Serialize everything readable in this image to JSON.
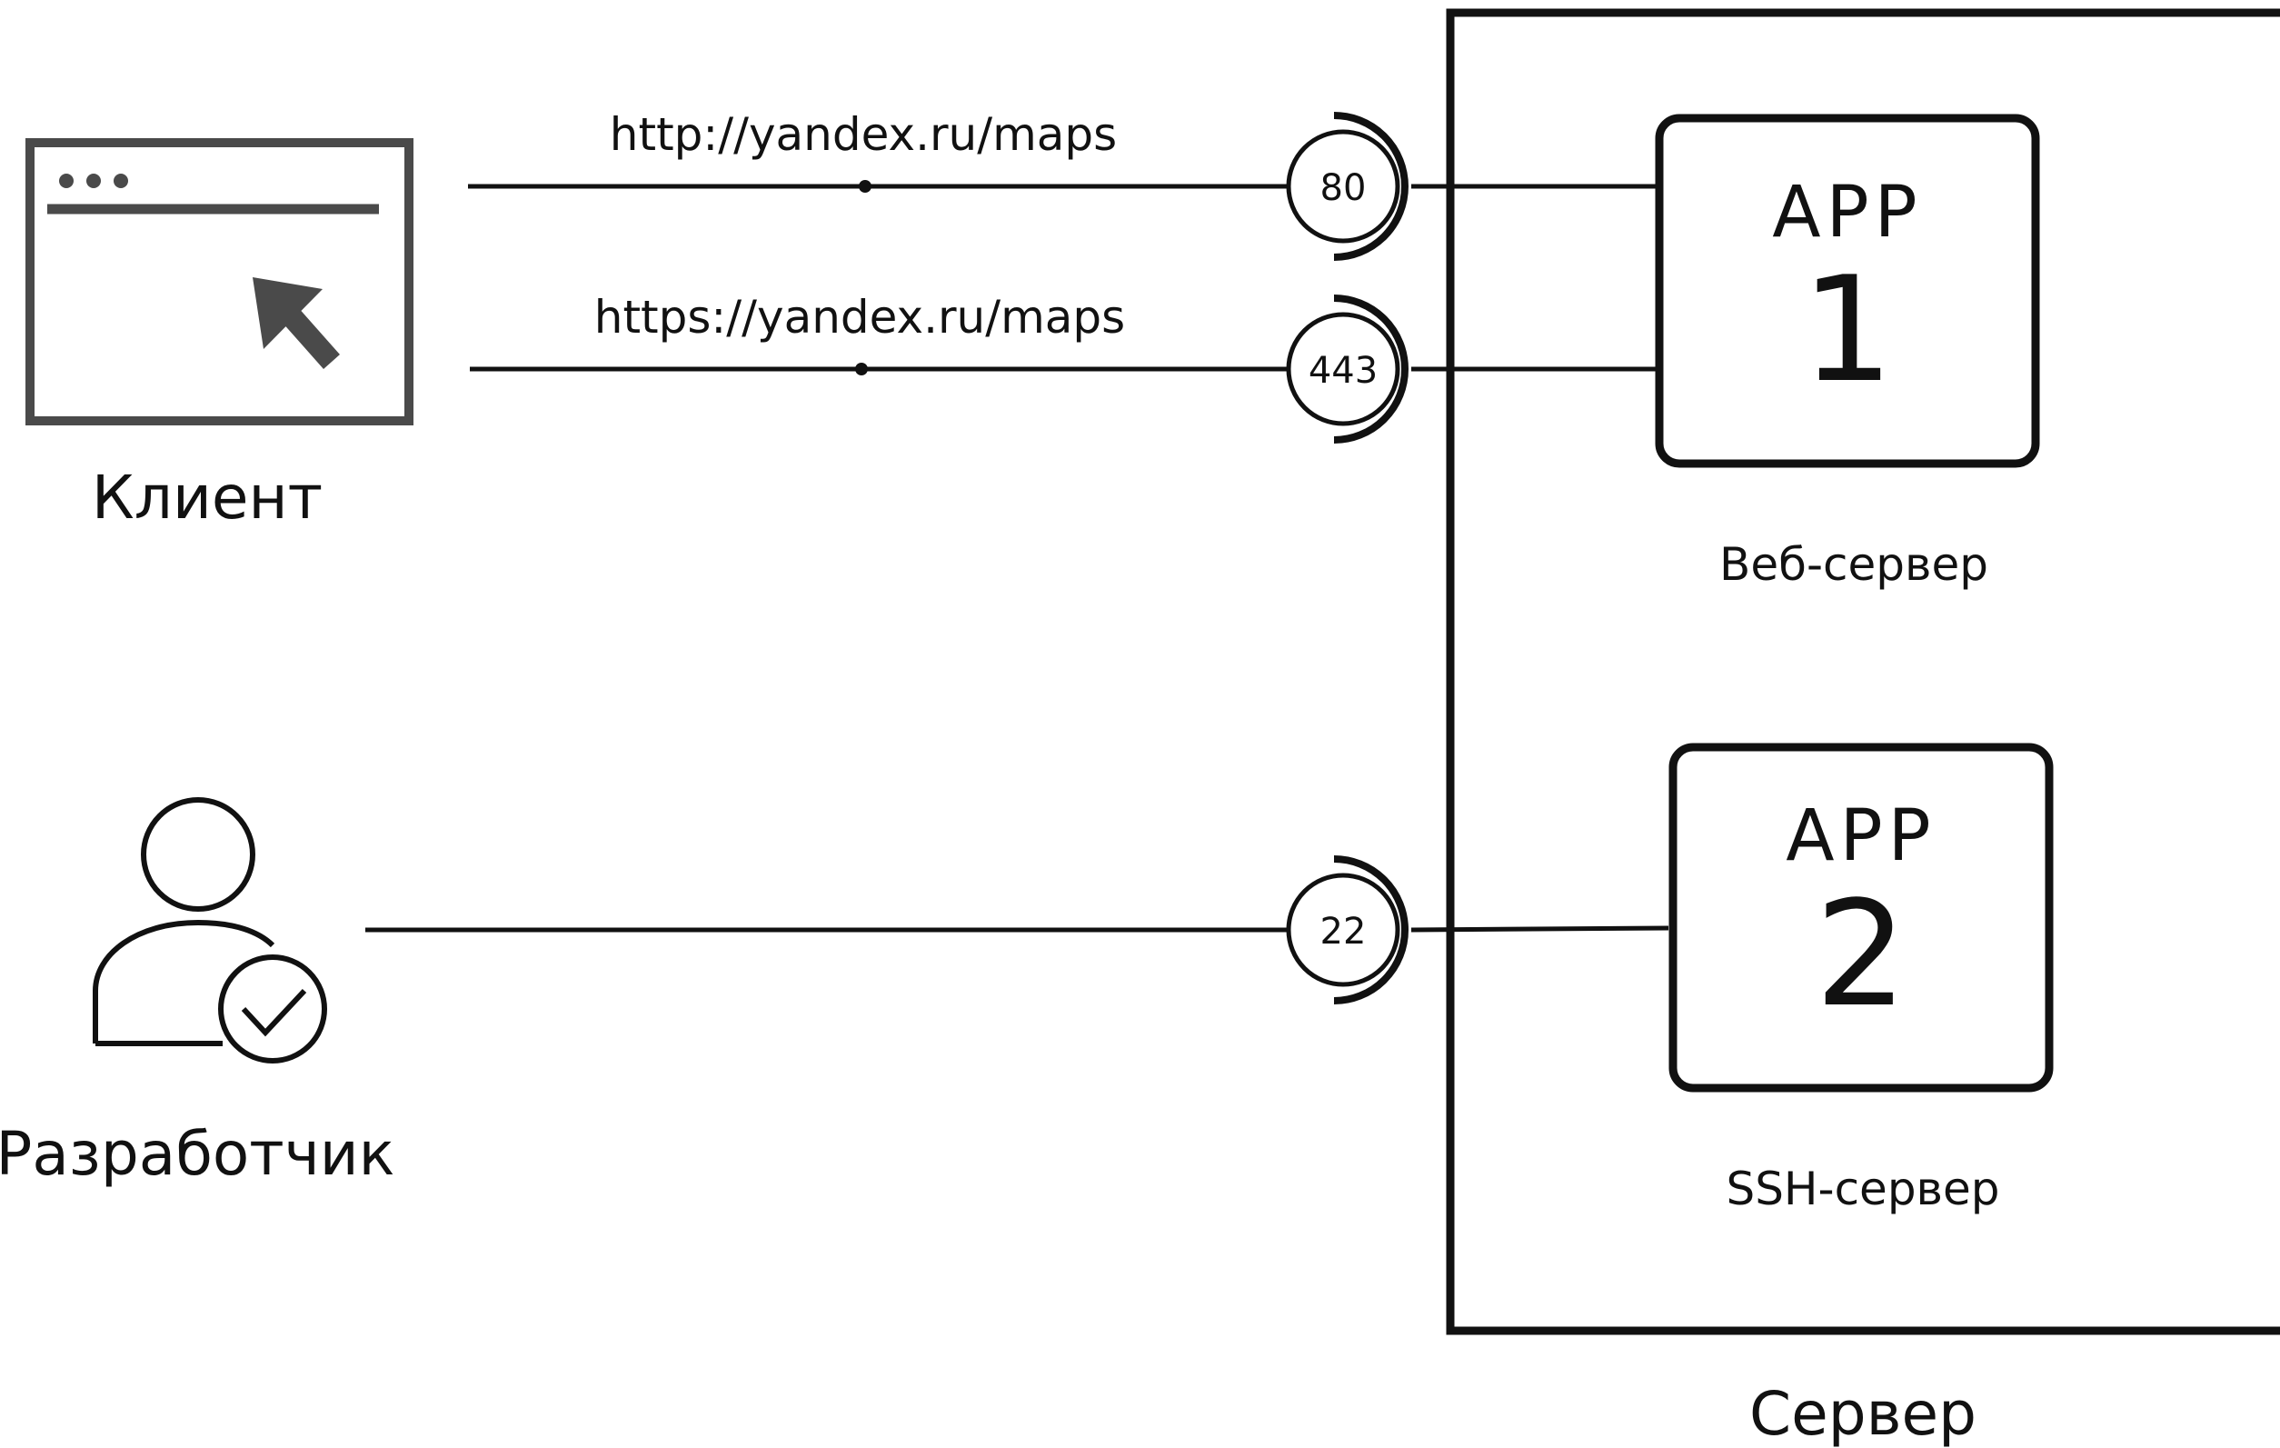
{
  "client": {
    "label": "Клиент",
    "icon": "browser-window-cursor-icon"
  },
  "developer": {
    "label": "Разработчик",
    "icon": "user-check-icon"
  },
  "server": {
    "label": "Сервер"
  },
  "connections": [
    {
      "url": "http://yandex.ru/maps",
      "port": "80"
    },
    {
      "url": "https://yandex.ru/maps",
      "port": "443"
    },
    {
      "url": "",
      "port": "22"
    }
  ],
  "apps": [
    {
      "title": "APP",
      "number": "1",
      "role": "Веб-сервер"
    },
    {
      "title": "APP",
      "number": "2",
      "role": "SSH-сервер"
    }
  ],
  "colors": {
    "stroke": "#111111",
    "icon_gray": "#4a4a4a",
    "background": "#ffffff"
  }
}
